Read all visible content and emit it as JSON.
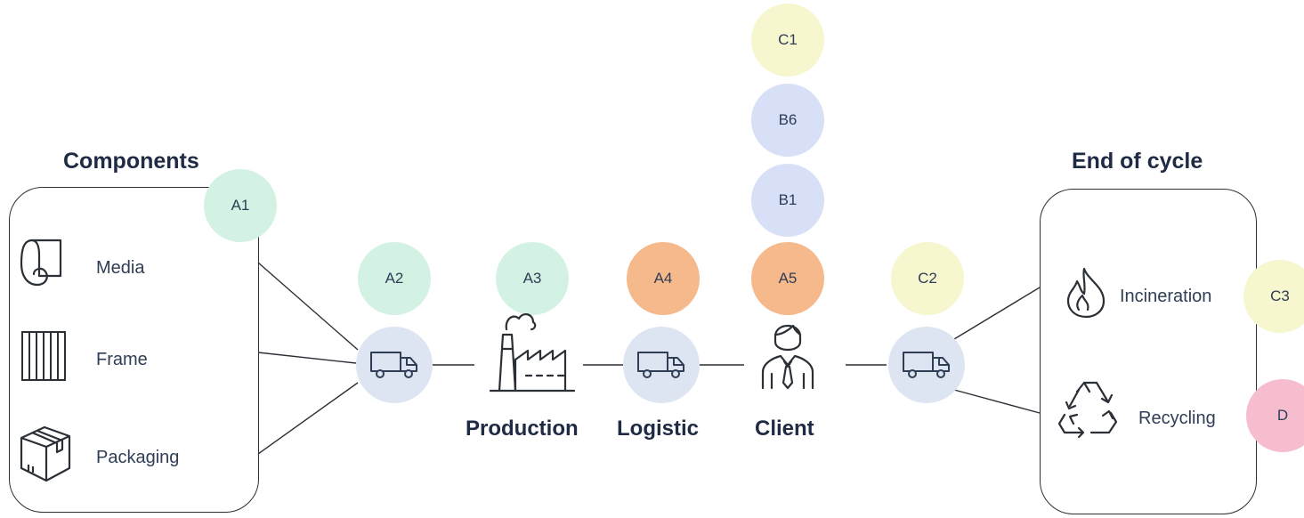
{
  "sections": {
    "components_title": "Components",
    "end_title": "End of cycle"
  },
  "components": {
    "items": [
      {
        "label": "Media",
        "icon": "media-roll-icon"
      },
      {
        "label": "Frame",
        "icon": "frame-icon"
      },
      {
        "label": "Packaging",
        "icon": "box-icon"
      }
    ]
  },
  "stages": {
    "production": "Production",
    "logistic": "Logistic",
    "client": "Client"
  },
  "end_of_cycle": {
    "items": [
      {
        "label": "Incineration",
        "icon": "flame-icon"
      },
      {
        "label": "Recycling",
        "icon": "recycle-icon"
      }
    ]
  },
  "badges": {
    "a1": "A1",
    "a2": "A2",
    "a3": "A3",
    "a4": "A4",
    "a5": "A5",
    "b1": "B1",
    "b6": "B6",
    "c1": "C1",
    "c2": "C2",
    "c3": "C3",
    "d": "D"
  },
  "colors": {
    "green": "#d3f2e3",
    "orange": "#f6b98c",
    "blue": "#d7e0f6",
    "yellow": "#f6f6cf",
    "pink": "#f6bdcf",
    "node": "#dde5f2",
    "line": "#2b2f36"
  }
}
